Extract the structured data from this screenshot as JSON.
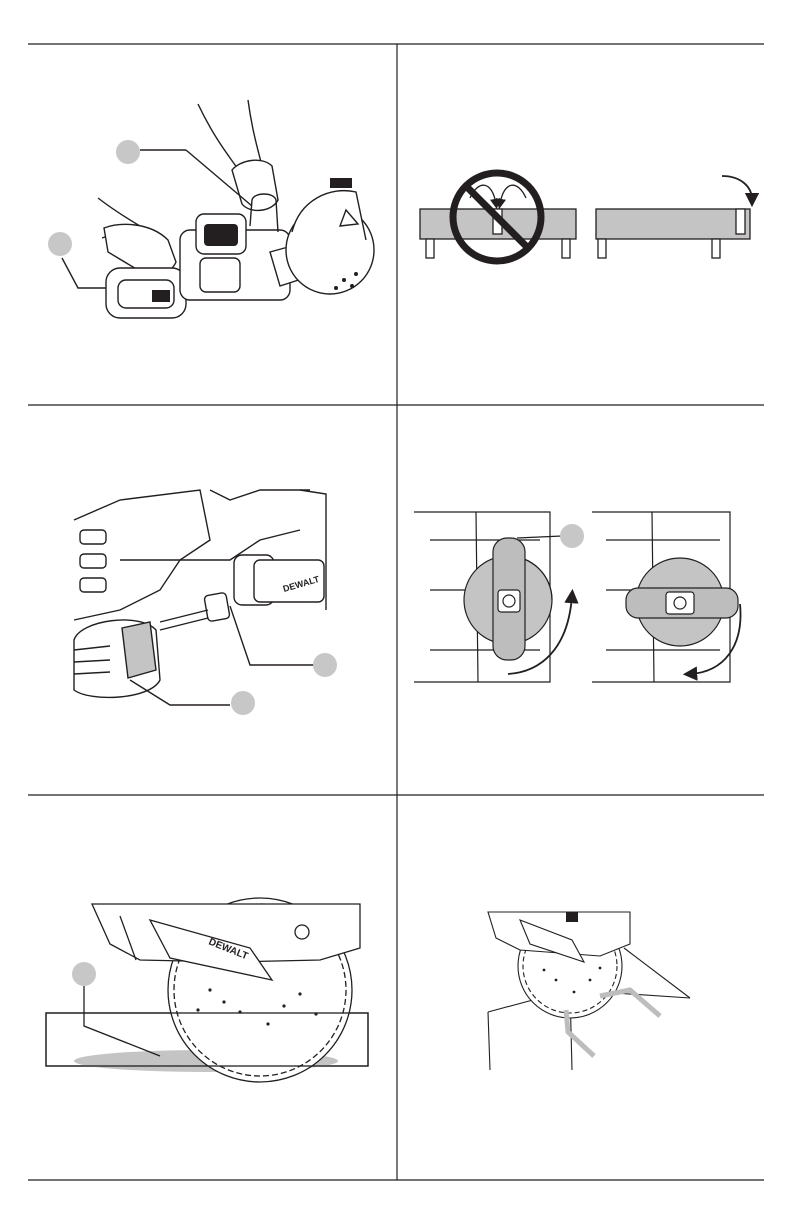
{
  "page": {
    "background": "#ffffff",
    "line_color": "#231f20",
    "callout_fill": "#c7c7c7",
    "shade_fill": "#bdbdbd",
    "panel_fill": "#c4c4c4"
  },
  "figures": [
    {
      "id": "saw-two-hand-grip",
      "callouts": 2
    },
    {
      "id": "support-do-dont",
      "callouts": 0
    },
    {
      "id": "water-hose-connection",
      "callouts": 2
    },
    {
      "id": "blade-guard-adjust",
      "callouts": 1
    },
    {
      "id": "depth-of-cut",
      "callouts": 1
    },
    {
      "id": "cutting-corner",
      "callouts": 0
    }
  ]
}
